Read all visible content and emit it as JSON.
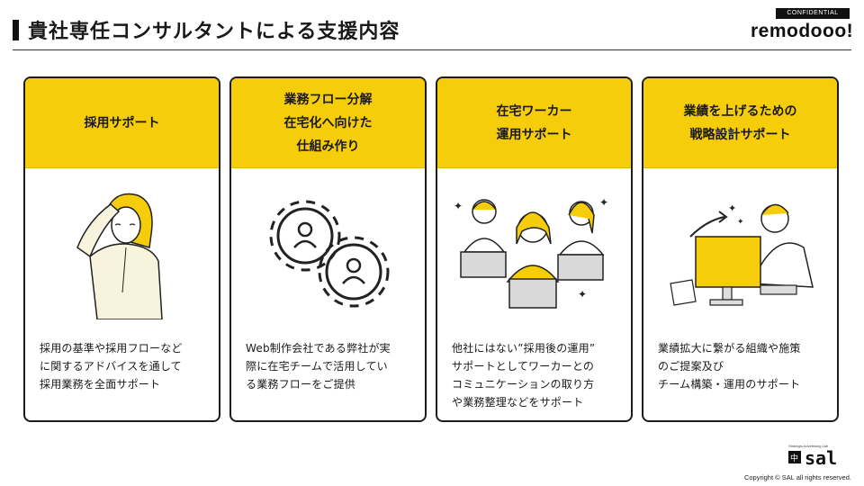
{
  "header": {
    "title": "貴社専任コンサルタントによる支援内容",
    "badge": "CONFIDENTIAL",
    "logo": "remodooo!"
  },
  "cards": [
    {
      "heading": [
        "採用サポート"
      ],
      "body": [
        "採用の基準や採用フローなど",
        "に関するアドバイスを通して",
        "採用業務を全面サポート"
      ],
      "illustration": "woman-thinking"
    },
    {
      "heading": [
        "業務フロー分解",
        "在宅化へ向けた",
        "仕組み作り"
      ],
      "body": [
        "Web制作会社である弊社が実",
        "際に在宅チームで活用してい",
        "る業務フローをご提供"
      ],
      "illustration": "gears-with-people"
    },
    {
      "heading": [
        "在宅ワーカー",
        "運用サポート"
      ],
      "body": [
        "他社にはない”採用後の運用”",
        "サポートとしてワーカーとの",
        "コミュニケーションの取り方",
        "や業務整理などをサポート"
      ],
      "illustration": "team-at-laptops"
    },
    {
      "heading": [
        "業績を上げるための",
        "戦略設計サポート"
      ],
      "body": [
        "業績拡大に繋がる組織や施策",
        "のご提案及び",
        "チーム構築・運用のサポート"
      ],
      "illustration": "man-at-monitor"
    }
  ],
  "footer": {
    "logo_small_caption": "Strategic Advertising Lab",
    "logo_mark": "sal",
    "copyright": "Copyright © SAL all rights reserved."
  },
  "colors": {
    "accent": "#f6cd0b",
    "ink": "#1c1c1c"
  }
}
